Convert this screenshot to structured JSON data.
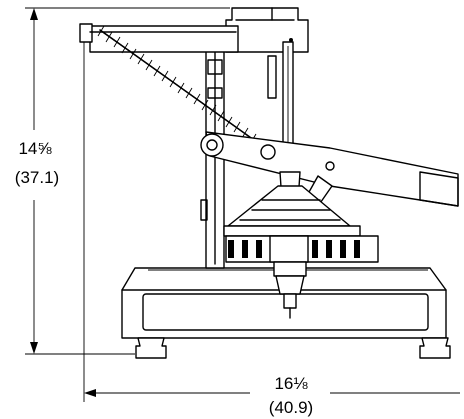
{
  "dimensions": {
    "height_in": "14⅝",
    "height_cm": "(37.1)",
    "width_in": "16⅛",
    "width_cm": "(40.9)"
  },
  "line_color": "#000000",
  "background": "#ffffff"
}
